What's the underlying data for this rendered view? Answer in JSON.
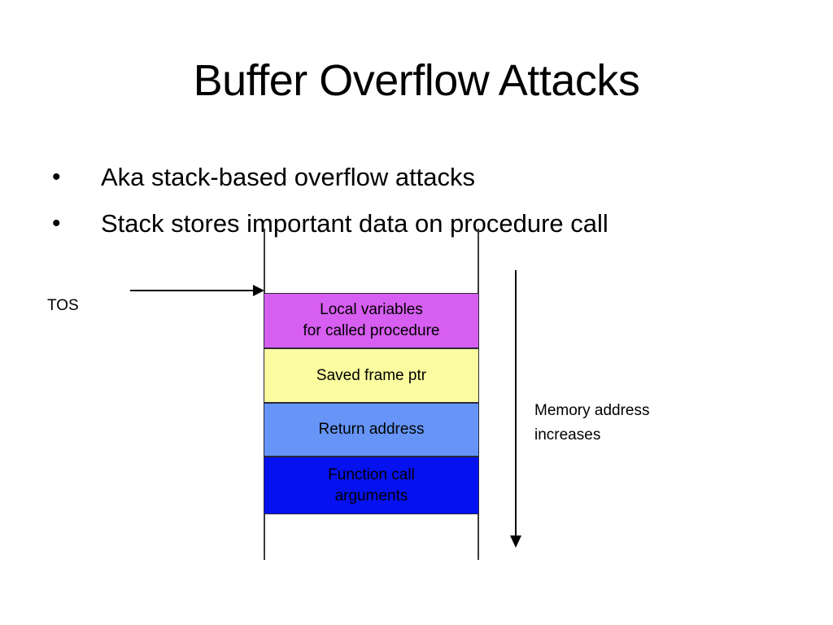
{
  "slide": {
    "title": "Buffer Overflow Attacks",
    "bullet_marker": "•",
    "bullets": [
      {
        "text": "Aka stack-based overflow attacks"
      },
      {
        "text": "Stack stores important data on procedure call"
      }
    ]
  },
  "diagram": {
    "name": "stack-frame-diagram",
    "tos_label": "TOS",
    "memory_arrow": {
      "line1": "Memory address",
      "line2": "increases",
      "direction": "down"
    },
    "blocks": [
      {
        "id": "local-vars",
        "line1": "Local variables",
        "line2": "for called procedure",
        "color": "#d65ef0"
      },
      {
        "id": "saved-frame-ptr",
        "line1": "Saved frame ptr",
        "line2": "",
        "color": "#fbfba0"
      },
      {
        "id": "return-address",
        "line1": "Return address",
        "line2": "",
        "color": "#6695f7"
      },
      {
        "id": "function-call-arguments",
        "line1": "Function call",
        "line2": "arguments",
        "color": "#0611f0"
      }
    ],
    "guide_line_color": "#3b3b3b",
    "arrow_color": "#000000"
  }
}
